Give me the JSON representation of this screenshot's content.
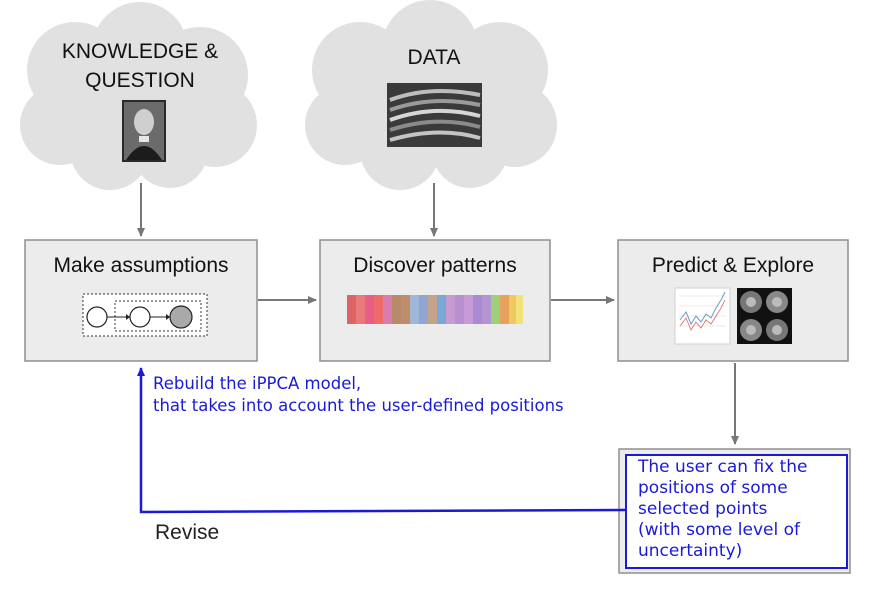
{
  "clouds": {
    "knowledge": {
      "line1": "KNOWLEDGE &",
      "line2": "QUESTION",
      "icon": "portrait-photo"
    },
    "data": {
      "label": "DATA",
      "icon": "data-photo"
    }
  },
  "boxes": {
    "assumptions": {
      "label": "Make assumptions",
      "icon": "graphical-model"
    },
    "patterns": {
      "label": "Discover patterns",
      "icon": "pattern-bars"
    },
    "predict": {
      "label": "Predict & Explore",
      "icon": "plots-and-scans"
    }
  },
  "feedback": {
    "line1": "Rebuild the iPPCA model,",
    "line2": "that takes into account the user-defined positions",
    "revise": "Revise"
  },
  "note": {
    "line1": "The user can fix the",
    "line2": "positions of some",
    "line3": "selected points",
    "line4": "(with some level of",
    "line5": "uncertainty)"
  },
  "colors": {
    "box_fill": "#ececec",
    "box_stroke": "#8f8f8f",
    "cloud_fill": "#e1e1e1",
    "arrow": "#777777",
    "feedback_blue": "#1a1ad6"
  }
}
